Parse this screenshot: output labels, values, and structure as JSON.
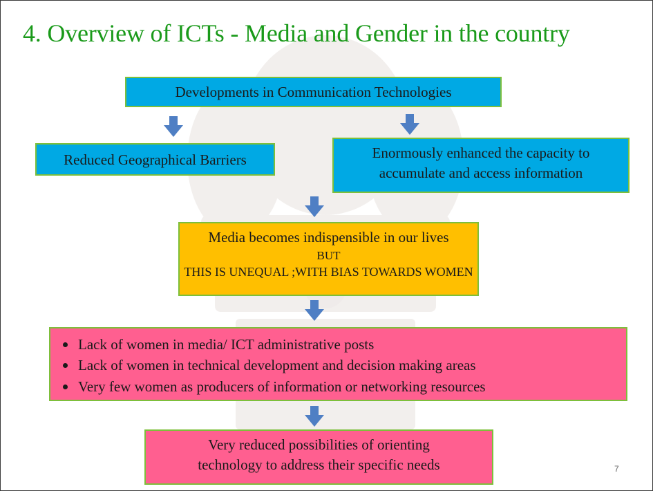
{
  "title": "4. Overview of ICTs - Media and Gender in the country",
  "nodes": {
    "developments": "Developments in Communication Technologies",
    "reduced_barriers": "Reduced Geographical Barriers",
    "enhanced_capacity": [
      "Enormously enhanced the capacity to",
      "accumulate and access information"
    ],
    "media_indispensable": [
      "Media becomes indispensible in our lives",
      "BUT",
      "THIS IS UNEQUAL ;WITH BIAS TOWARDS WOMEN"
    ],
    "lacks": [
      "Lack of women in media/ ICT administrative posts",
      "Lack of women in technical development and decision making areas",
      "Very few women as producers of information or networking resources"
    ],
    "reduced_possibilities": [
      "Very reduced possibilities of orienting",
      "technology to address their specific needs"
    ]
  },
  "page_number": "7",
  "colors": {
    "title": "#1a9a1a",
    "blue_box": "#00a9e4",
    "orange_box": "#ffbf00",
    "pink_box": "#ff5f90",
    "box_border": "#7dbf3b",
    "arrow": "#4f7fc4"
  },
  "icons": {
    "arrow": "down-arrow-icon",
    "watermark": "emblem-watermark"
  }
}
